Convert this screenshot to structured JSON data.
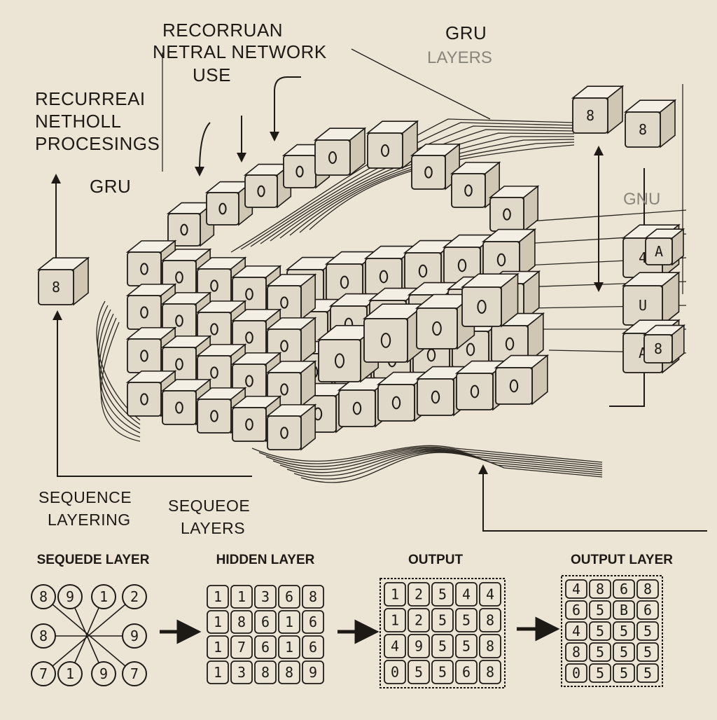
{
  "colors": {
    "background": "#ece5d6",
    "ink": "#1d1a16",
    "cube_top": "#f4efe5",
    "cube_left": "#e0d8c8",
    "cube_right": "#cfc6b4"
  },
  "labels": {
    "recurrent_title": [
      "RECORRUAN",
      "NETRAL NETWORK",
      "USE"
    ],
    "gru_top": "GRU",
    "layers_faint": "LAYERS",
    "recurrent_processing": [
      "RECURREAI",
      "NETHOLL",
      "PROCESINGS"
    ],
    "gru_left": "GRU",
    "gnu_right": "GNU",
    "sequence_layering": [
      "SEQUENCE",
      "LAYERING"
    ],
    "sequence_layers": [
      "SEQUEOE",
      "LAYERS"
    ]
  },
  "single_cubes": {
    "left": "8",
    "top_right_a": "8",
    "top_right_b": "8",
    "right_stack": [
      "4",
      "U",
      "A",
      "A",
      "8"
    ]
  },
  "bottom_panels": [
    {
      "title": "SEQUEDE LAYER",
      "type": "node-graph",
      "rows": [
        [
          "8",
          "9",
          "1",
          "2"
        ],
        [
          "8",
          "",
          "",
          "9"
        ],
        [
          "7",
          "1",
          "9",
          "7"
        ]
      ]
    },
    {
      "title": "HIDDEN LAYER",
      "type": "grid",
      "rows": [
        [
          "1",
          "1",
          "3",
          "6",
          "8"
        ],
        [
          "1",
          "8",
          "6",
          "1",
          "6"
        ],
        [
          "1",
          "7",
          "6",
          "1",
          "6"
        ],
        [
          "1",
          "3",
          "8",
          "8",
          "9"
        ]
      ]
    },
    {
      "title": "OUTPUT",
      "type": "grid",
      "rows": [
        [
          "1",
          "2",
          "5",
          "4",
          "4"
        ],
        [
          "1",
          "2",
          "5",
          "5",
          "8"
        ],
        [
          "4",
          "9",
          "5",
          "5",
          "8"
        ],
        [
          "0",
          "5",
          "5",
          "6",
          "8"
        ]
      ]
    },
    {
      "title": "OUTPUT LAYER",
      "type": "grid",
      "rows": [
        [
          "4",
          "8",
          "6",
          "8"
        ],
        [
          "6",
          "5",
          "B",
          "6"
        ],
        [
          "4",
          "5",
          "5",
          "5"
        ],
        [
          "8",
          "5",
          "5",
          "5"
        ],
        [
          "0",
          "5",
          "5",
          "5"
        ]
      ]
    }
  ]
}
